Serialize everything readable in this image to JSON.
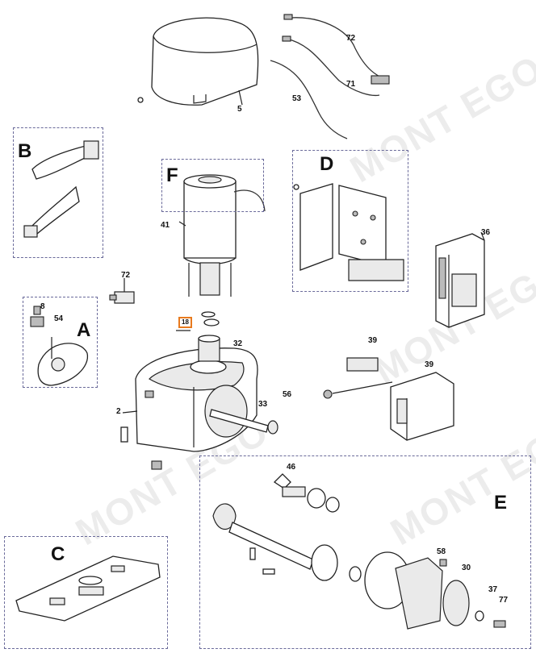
{
  "watermark": "MONT EGO",
  "groups": {
    "A": "A",
    "B": "B",
    "C": "C",
    "D": "D",
    "E": "E",
    "F": "F"
  },
  "parts": {
    "p72a": "72",
    "p71": "71",
    "p53": "53",
    "p5": "5",
    "p41": "41",
    "p36": "36",
    "p72b": "72",
    "p8": "8",
    "p54": "54",
    "p18": "18",
    "p32": "32",
    "p39a": "39",
    "p39b": "39",
    "p2": "2",
    "p33": "33",
    "p56": "56",
    "p46": "46",
    "p58": "58",
    "p30": "30",
    "p37": "37",
    "p77": "77"
  },
  "colors": {
    "highlight": "#e87a1e",
    "group_border": "#6a6a9a"
  }
}
